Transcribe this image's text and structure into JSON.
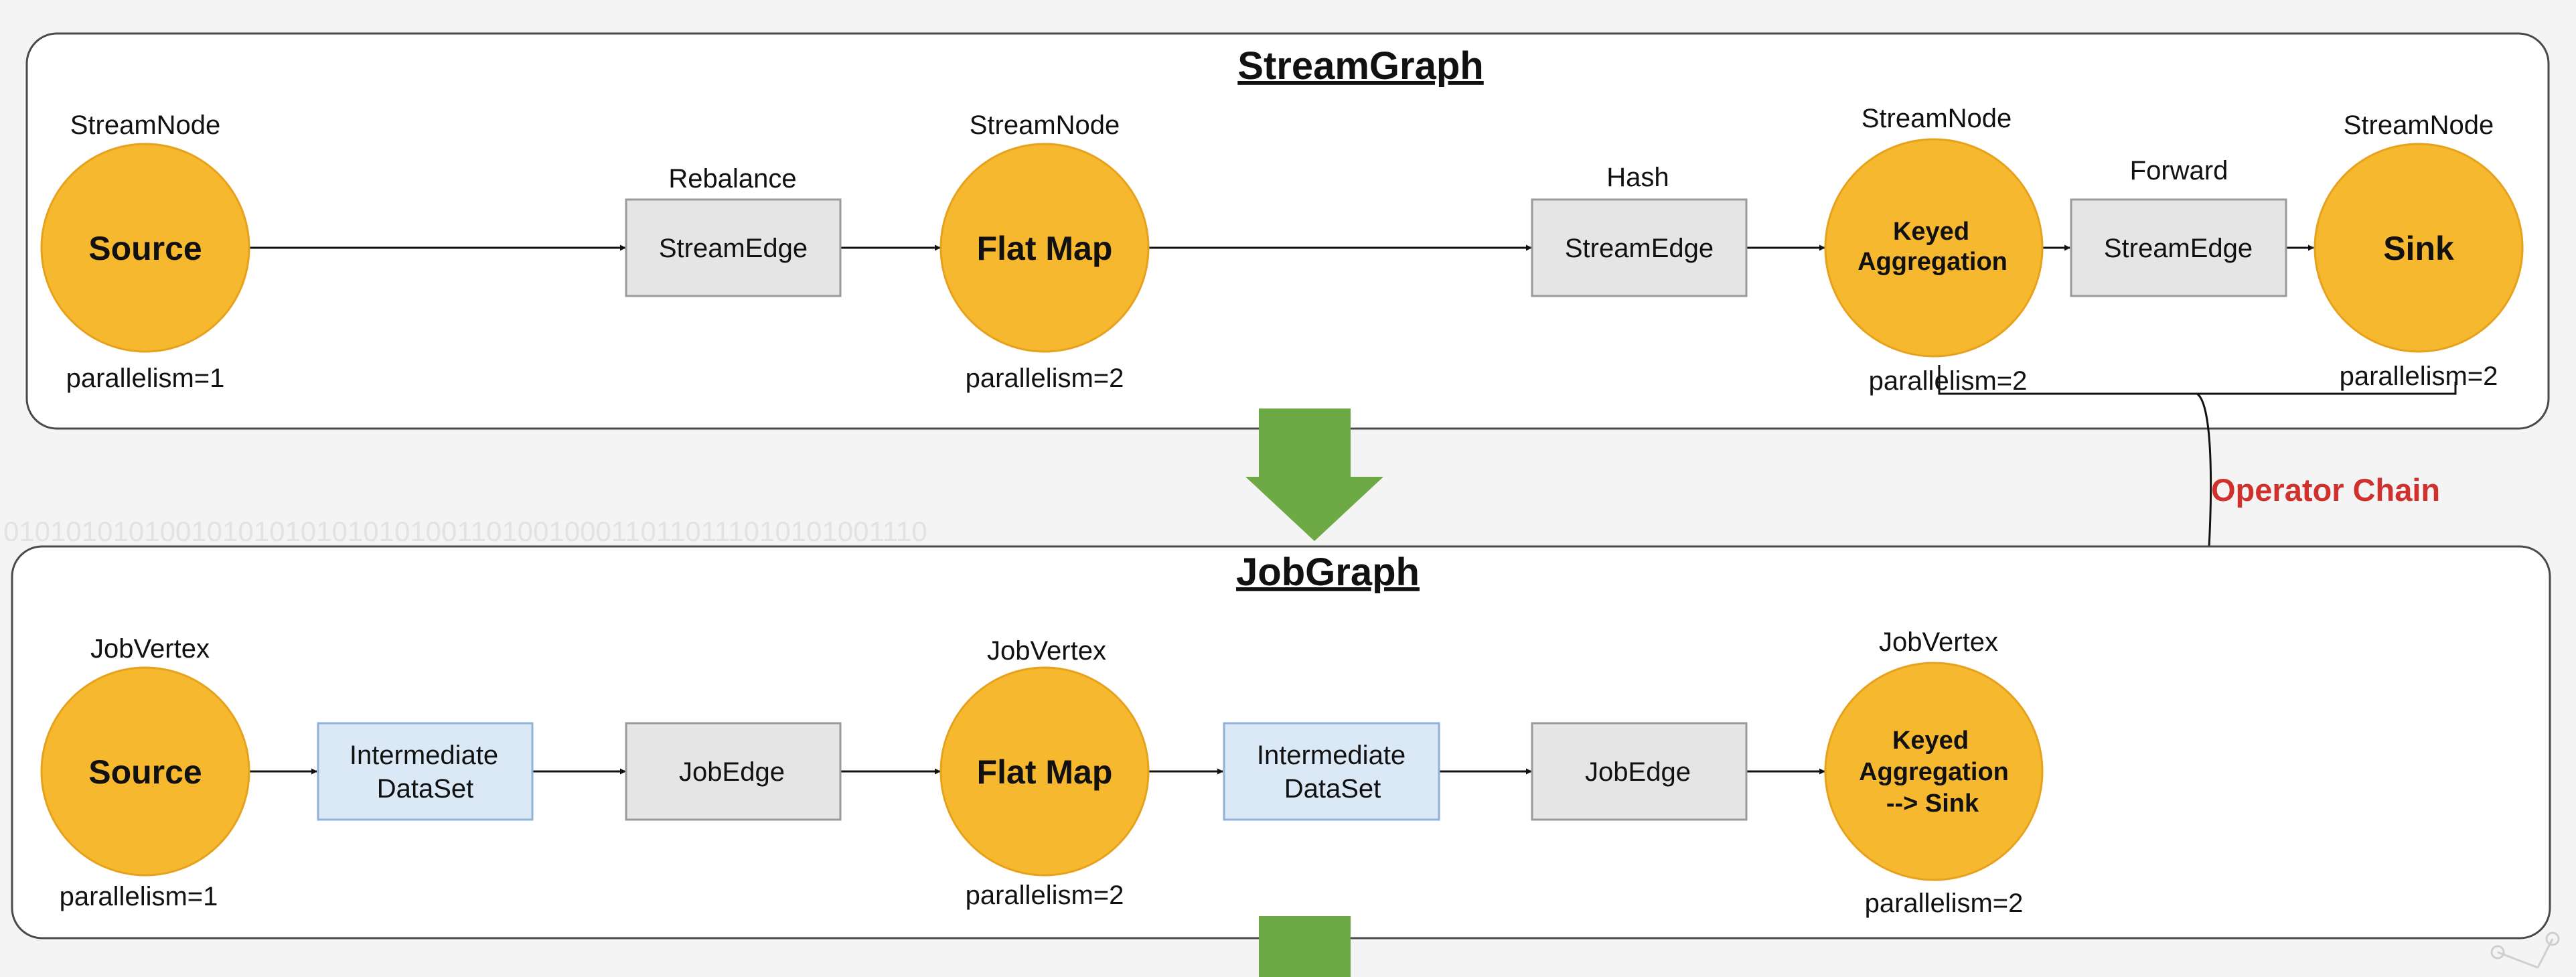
{
  "colors": {
    "node_fill": "#f6b82e",
    "node_stroke": "#e6a21c",
    "edge_fill": "#e5e5e5",
    "edge_stroke": "#9a9a9a",
    "dataset_fill": "#dbe8f6",
    "dataset_stroke": "#8fb2d6",
    "arrow_fill": "#6da945",
    "chain_text": "#d0312d"
  },
  "watermark": "010101010100101010101010101001101001000110110111010101001110",
  "operator_chain_label": "Operator Chain",
  "stream_graph": {
    "title": "StreamGraph",
    "nodes": [
      {
        "type_label": "StreamNode",
        "name": "Source",
        "parallelism": "parallelism=1"
      },
      {
        "type_label": "StreamNode",
        "name": "Flat Map",
        "parallelism": "parallelism=2"
      },
      {
        "type_label": "StreamNode",
        "name_lines": [
          "Keyed",
          "Aggregation"
        ],
        "parallelism": "parallelism=2"
      },
      {
        "type_label": "StreamNode",
        "name": "Sink",
        "parallelism": "parallelism=2"
      }
    ],
    "edges": [
      {
        "partition": "Rebalance",
        "label": "StreamEdge"
      },
      {
        "partition": "Hash",
        "label": "StreamEdge"
      },
      {
        "partition": "Forward",
        "label": "StreamEdge"
      }
    ]
  },
  "job_graph": {
    "title": "JobGraph",
    "vertices": [
      {
        "type_label": "JobVertex",
        "name": "Source",
        "parallelism": "parallelism=1"
      },
      {
        "type_label": "JobVertex",
        "name": "Flat Map",
        "parallelism": "parallelism=2"
      },
      {
        "type_label": "JobVertex",
        "name_lines": [
          "Keyed",
          "Aggregation",
          "--> Sink"
        ],
        "parallelism": "parallelism=2"
      }
    ],
    "datasets": [
      {
        "name_lines": [
          "Intermediate",
          "DataSet"
        ]
      },
      {
        "name_lines": [
          "Intermediate",
          "DataSet"
        ]
      }
    ],
    "edges": [
      {
        "label": "JobEdge"
      },
      {
        "label": "JobEdge"
      }
    ]
  }
}
